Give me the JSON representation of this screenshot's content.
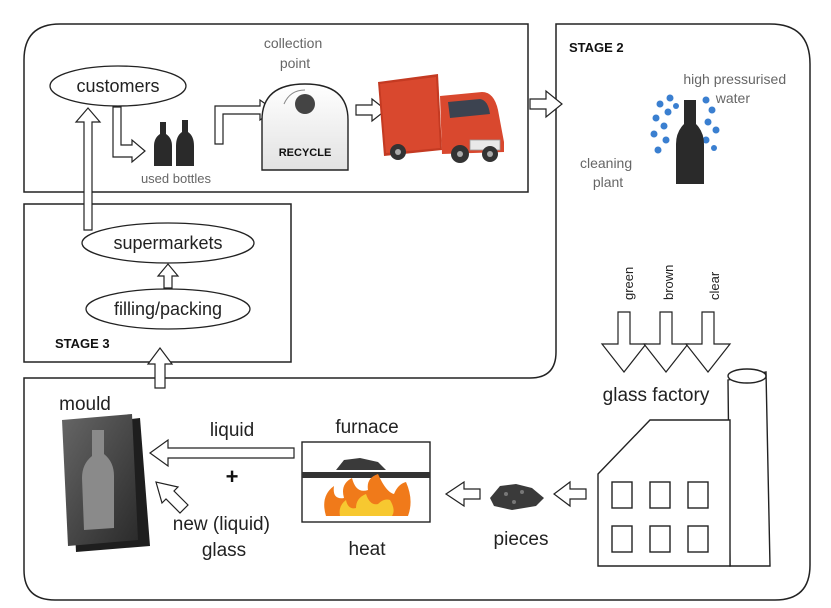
{
  "stages": {
    "stage2": "STAGE 2",
    "stage3": "STAGE 3"
  },
  "labels": {
    "customers": "customers",
    "used_bottles": "used bottles",
    "collection_point": [
      "collection",
      "point"
    ],
    "recycle": "RECYCLE",
    "high_pressurised_water": [
      "high pressurised",
      "water"
    ],
    "cleaning_plant": [
      "cleaning",
      "plant"
    ],
    "supermarkets": "supermarkets",
    "filling_packing": "filling/packing",
    "green": "green",
    "brown": "brown",
    "clear": "clear",
    "glass_factory": "glass factory",
    "mould": "mould",
    "liquid": "liquid",
    "plus": "+",
    "new_liquid_glass": [
      "new (liquid)",
      "glass"
    ],
    "furnace": "furnace",
    "heat": "heat",
    "pieces": "pieces"
  },
  "colors": {
    "truck_red": "#d9482e",
    "water_blue": "#3a7fd0",
    "flame_orange": "#f07a1a",
    "flame_yellow": "#f7c830",
    "mould_dark": "#3a3a3a"
  },
  "icons": [
    "bottle-icon",
    "recycle-bin-icon",
    "truck-icon",
    "water-spray-icon",
    "factory-icon",
    "furnace-icon",
    "flame-icon",
    "glass-pieces-icon",
    "mould-icon"
  ]
}
